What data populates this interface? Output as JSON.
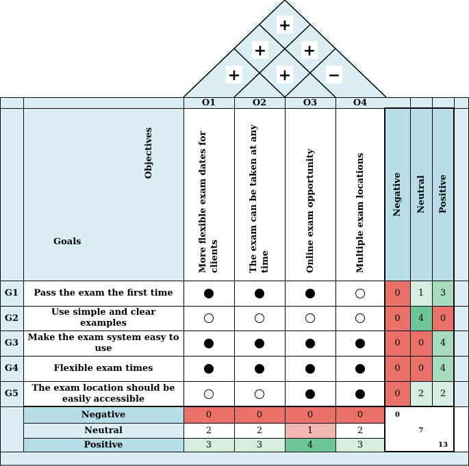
{
  "roof": [
    "+",
    "+",
    "+",
    "+",
    "+",
    "−"
  ],
  "header": {
    "objectives_label": "Objectives",
    "goals_label": "Goals"
  },
  "objectives": [
    {
      "code": "O1",
      "text": "More flexible exam dates for clients"
    },
    {
      "code": "O2",
      "text": "The exam can be taken at any time"
    },
    {
      "code": "O3",
      "text": "Online exam opportunity"
    },
    {
      "code": "O4",
      "text": "Multiple exam locations"
    }
  ],
  "sentiment_headers": [
    "Negative",
    "Neutral",
    "Positive"
  ],
  "goals": [
    {
      "code": "G1",
      "text": "Pass the exam the first time",
      "marks": [
        "filled",
        "filled",
        "filled",
        "empty"
      ],
      "counts": [
        "0",
        "1",
        "3"
      ]
    },
    {
      "code": "G2",
      "text": "Use simple and clear examples",
      "marks": [
        "empty",
        "empty",
        "empty",
        "empty"
      ],
      "counts": [
        "0",
        "4",
        "0"
      ]
    },
    {
      "code": "G3",
      "text": "Make the exam system easy to use",
      "marks": [
        "filled",
        "filled",
        "filled",
        "filled"
      ],
      "counts": [
        "0",
        "0",
        "4"
      ]
    },
    {
      "code": "G4",
      "text": "Flexible exam times",
      "marks": [
        "filled",
        "filled",
        "filled",
        "filled"
      ],
      "counts": [
        "0",
        "0",
        "4"
      ]
    },
    {
      "code": "G5",
      "text": "The exam location should be easily accessible",
      "marks": [
        "empty",
        "empty",
        "filled",
        "filled"
      ],
      "counts": [
        "0",
        "2",
        "2"
      ]
    }
  ],
  "summary": [
    {
      "label": "Negative",
      "values": [
        "0",
        "0",
        "0",
        "0"
      ],
      "total": "0"
    },
    {
      "label": "Neutral",
      "values": [
        "2",
        "2",
        "1",
        "2"
      ],
      "total": "7"
    },
    {
      "label": "Positive",
      "values": [
        "3",
        "3",
        "4",
        "3"
      ],
      "total": "13"
    }
  ],
  "colors": {
    "light_blue": "#daeef3",
    "mid_blue": "#b7dde8",
    "red": "#e8726a",
    "pink": "#f2b8b1",
    "light_green": "#d4eedf",
    "mid_green": "#a6dbbe",
    "dark_green": "#6fc59a"
  }
}
